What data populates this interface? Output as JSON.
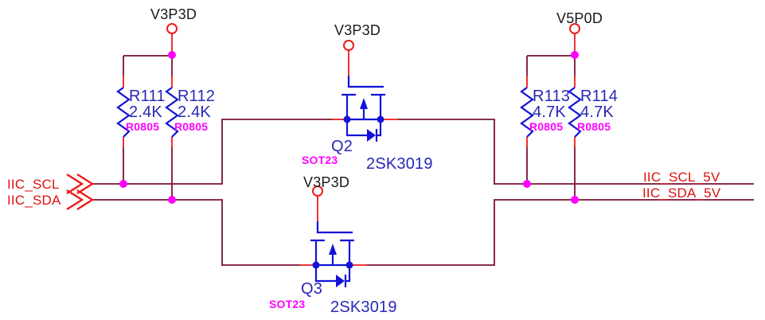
{
  "schematic": {
    "power": {
      "v3p3d": "V3P3D",
      "v5p0d": "V5P0D"
    },
    "nets": {
      "scl_in": "IIC_SCL",
      "sda_in": "IIC_SDA",
      "scl_out": "IIC_SCL_5V",
      "sda_out": "IIC_SDA_5V"
    },
    "resistors": [
      {
        "ref": "R111",
        "value": "2.4K",
        "footprint": "R0805"
      },
      {
        "ref": "R112",
        "value": "2.4K",
        "footprint": "R0805"
      },
      {
        "ref": "R113",
        "value": "4.7K",
        "footprint": "R0805"
      },
      {
        "ref": "R114",
        "value": "4.7K",
        "footprint": "R0805"
      }
    ],
    "transistors": [
      {
        "ref": "Q2",
        "part": "2SK3019",
        "footprint": "SOT23",
        "gate_net": "V3P3D"
      },
      {
        "ref": "Q3",
        "part": "2SK3019",
        "footprint": "SOT23",
        "gate_net": "V3P3D"
      }
    ],
    "colors": {
      "wire": "#7a1033",
      "pin_stub": "#ef1a1a",
      "symbol_blue": "#1212d8",
      "label_blue": "#2828b8",
      "footprint_magenta": "#ff00ff",
      "net_label_red": "#dd1111",
      "junction_magenta": "#ff00ff",
      "power_label_black": "#1a1a1a"
    }
  }
}
